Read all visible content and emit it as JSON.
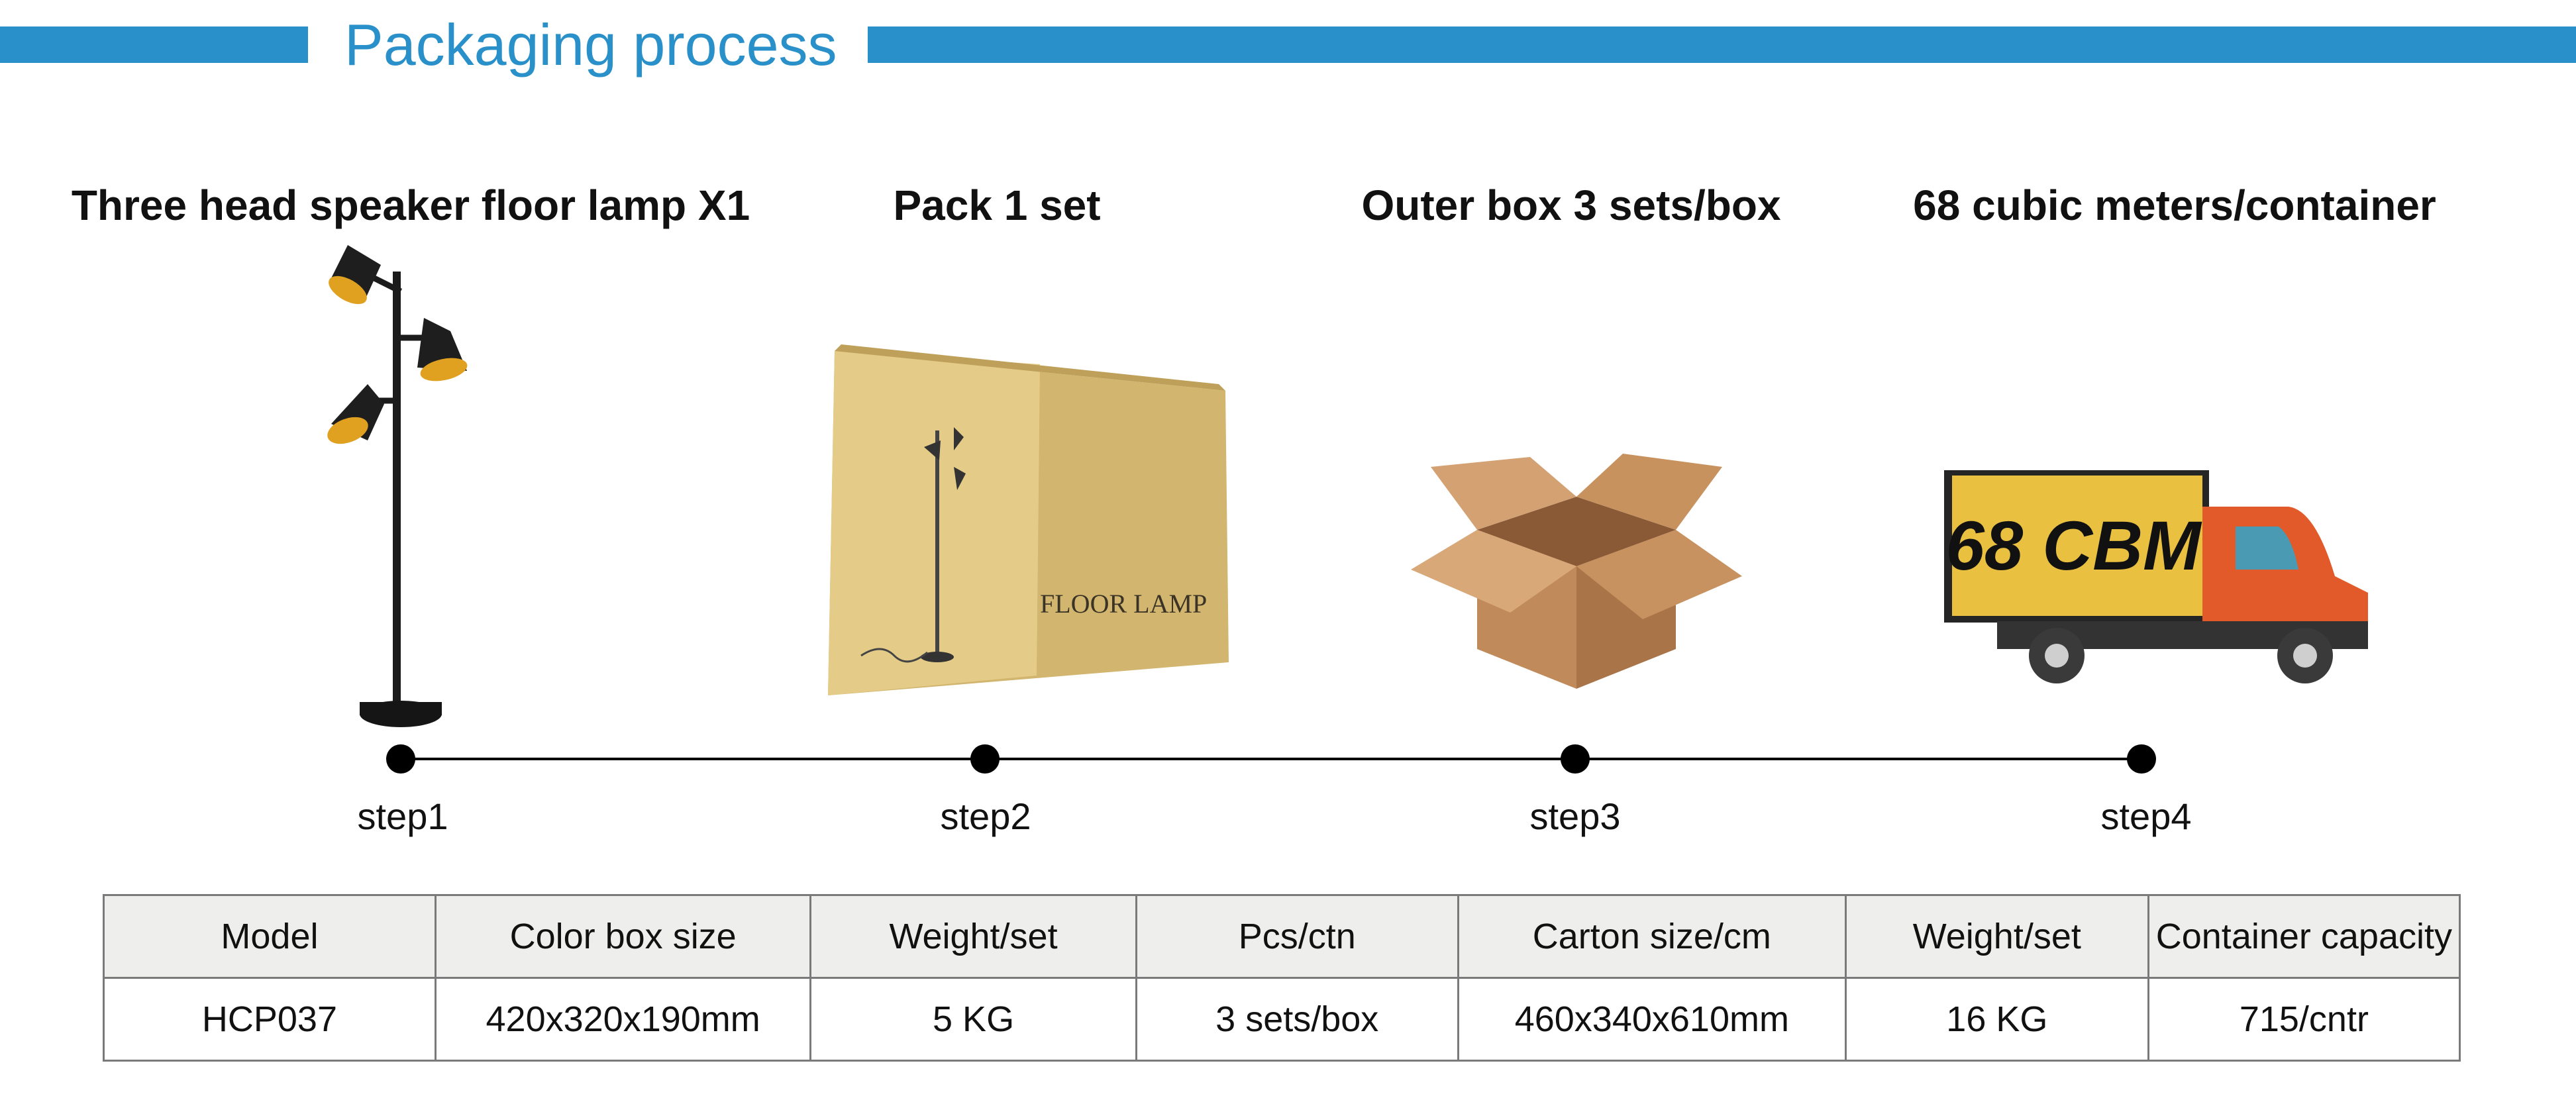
{
  "header": {
    "title": "Packaging process"
  },
  "steps": [
    {
      "title": "Three head speaker floor lamp X1",
      "label": "step1"
    },
    {
      "title": "Pack 1 set",
      "label": "step2"
    },
    {
      "title": "Outer box 3 sets/box",
      "label": "step3"
    },
    {
      "title": "68 cubic meters/container",
      "label": "step4"
    }
  ],
  "images": {
    "box_print": "FLOOR LAMP",
    "truck_print": "68 CBM"
  },
  "colors": {
    "accent": "#2a90c9",
    "truck_cab": "#e35a2a",
    "truck_cargo": "#e9c040",
    "carton": "#c08a5a"
  },
  "table": {
    "headers": [
      "Model",
      "Color box size",
      "Weight/set",
      "Pcs/ctn",
      "Carton size/cm",
      "Weight/set",
      "Container capacity"
    ],
    "row": [
      "HCP037",
      "420x320x190mm",
      "5 KG",
      "3 sets/box",
      "460x340x610mm",
      "16 KG",
      "715/cntr"
    ]
  }
}
